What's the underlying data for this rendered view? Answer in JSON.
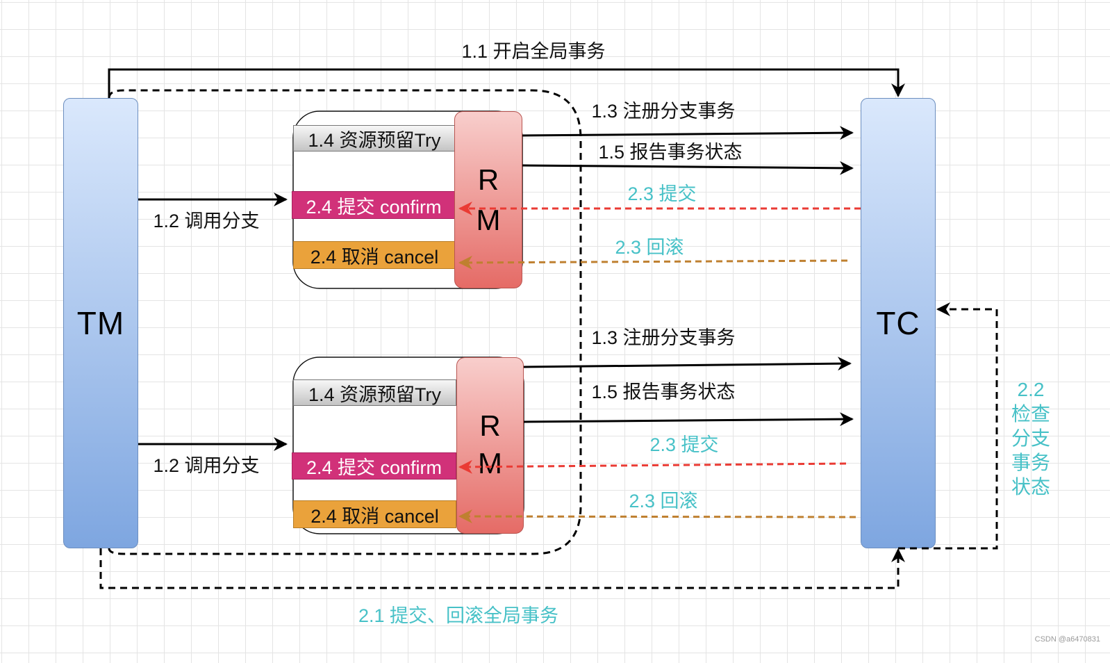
{
  "nodes": {
    "tm_label": "TM",
    "tc_label": "TC"
  },
  "rm_groups": [
    {
      "try_label": "1.4 资源预留Try",
      "confirm_label": "2.4 提交 confirm",
      "cancel_label": "2.4 取消 cancel",
      "rm_label": [
        "R",
        "M"
      ],
      "call_label": "1.2 调用分支",
      "register_label": "1.3 注册分支事务",
      "report_label": "1.5 报告事务状态",
      "commit_label": "2.3 提交",
      "rollback_label": "2.3 回滚"
    },
    {
      "try_label": "1.4 资源预留Try",
      "confirm_label": "2.4 提交 confirm",
      "cancel_label": "2.4 取消 cancel",
      "rm_label": [
        "R",
        "M"
      ],
      "call_label": "1.2 调用分支",
      "register_label": "1.3 注册分支事务",
      "report_label": "1.5 报告事务状态",
      "commit_label": "2.3 提交",
      "rollback_label": "2.3 回滚"
    }
  ],
  "global_edges": {
    "begin_label": "1.1 开启全局事务",
    "end_label": "2.1 提交、回滚全局事务",
    "check_label": [
      "2.2",
      "检查",
      "分支",
      "事务",
      "状态"
    ]
  },
  "watermark": "CSDN @a6470831",
  "colors": {
    "node-top": "#dae8fc",
    "node-bottom": "#7ea6e0",
    "node-border": "#6c8ebf",
    "rm-top": "#f8cecc",
    "rm-bottom": "#e56b66",
    "rm-border": "#b85450",
    "confirm-fill": "#d13179",
    "cancel-fill": "#eaa23b",
    "commit-line": "#ea3b34",
    "rollback-line": "#bf8030",
    "phase2-text": "#47c1c7"
  }
}
